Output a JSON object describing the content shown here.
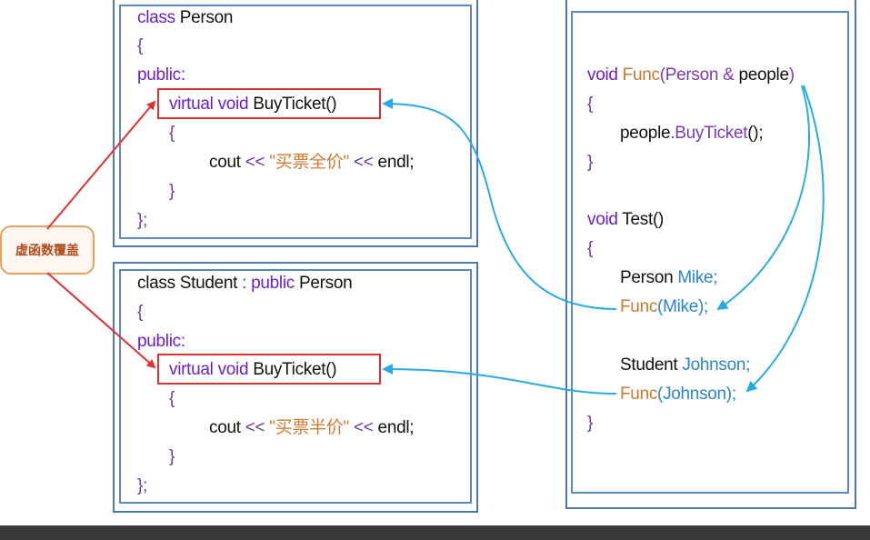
{
  "label": "虚函数覆盖",
  "person_code": {
    "line1": [
      "class ",
      "Person"
    ],
    "brace_open": "{",
    "public": "public:",
    "func": [
      "virtual ",
      "void ",
      "BuyTicket",
      "()"
    ],
    "inner_open": "{",
    "cout": [
      "cout ",
      "<< ",
      "\"买票全价\"",
      " << ",
      "endl;"
    ],
    "inner_close": "}",
    "close": "};"
  },
  "student_code": {
    "line1": [
      "class Student ",
      ": ",
      "public ",
      "Person"
    ],
    "brace_open": "{",
    "public": "public:",
    "func": [
      "virtual ",
      "void ",
      "BuyTicket",
      "()"
    ],
    "inner_open": "{",
    "cout": [
      "cout ",
      "<< ",
      "\"买票半价\"",
      " << ",
      "endl;"
    ],
    "inner_close": "}",
    "close": "};"
  },
  "right_code": {
    "func_decl": [
      "void ",
      "Func",
      "(Person ",
      "& ",
      "people",
      ")"
    ],
    "open1": "{",
    "call": [
      "people",
      ".",
      "BuyTicket",
      "();"
    ],
    "close1": "}",
    "test_decl": [
      "void ",
      "Test",
      "()"
    ],
    "open2": "{",
    "person_decl": [
      "Person ",
      "Mike;"
    ],
    "func_mike": [
      "Func",
      "(Mike);"
    ],
    "student_decl": [
      "Student ",
      "Johnson;"
    ],
    "func_johnson": [
      "Func",
      "(Johnson);"
    ],
    "close2": "}"
  },
  "colors": {
    "box_border": "#4a7ab0",
    "red": "#e03030",
    "cyan": "#29abe2",
    "label_border": "#e8a060"
  }
}
